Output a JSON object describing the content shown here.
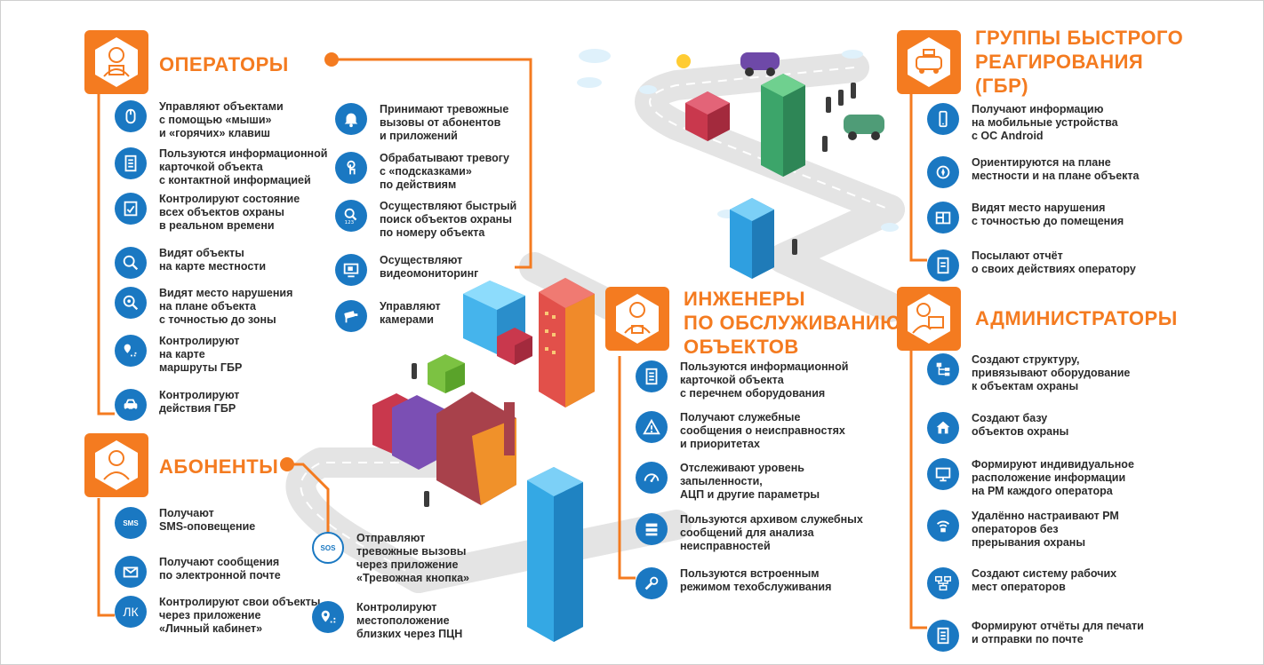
{
  "colors": {
    "accent": "#f47b20",
    "icon_blue": "#1a78c2",
    "road": "#e6e6e6",
    "text": "#2b2b2b"
  },
  "operators": {
    "title": "ОПЕРАТОРЫ",
    "items": [
      {
        "icon": "mouse-icon",
        "text": "Управляют  объектами\nс помощью «мыши»\nи «горячих» клавиш"
      },
      {
        "icon": "card-icon",
        "text": "Пользуются информационной\nкарточкой объекта\nс контактной информацией"
      },
      {
        "icon": "checklist-icon",
        "text": "Контролируют состояние\nвсех объектов охраны\nв реальном времени"
      },
      {
        "icon": "map-search-icon",
        "text": "Видят объекты\nна карте местности"
      },
      {
        "icon": "zone-search-icon",
        "text": "Видят место нарушения\nна плане объекта\nс точностью до зоны"
      },
      {
        "icon": "route-icon",
        "text": "Контролируют\nна карте\nмаршруты ГБР"
      },
      {
        "icon": "car-icon",
        "text": "Контролируют\nдействия ГБР"
      }
    ],
    "items2": [
      {
        "icon": "bell-icon",
        "text": "Принимают тревожные\nвызовы от абонентов\nи приложений"
      },
      {
        "icon": "touch-icon",
        "text": "Обрабатывают тревогу\nс «подсказками»\nпо действиям"
      },
      {
        "icon": "search-123-icon",
        "text": "Осуществляют быстрый\nпоиск объектов охраны\nпо номеру объекта"
      },
      {
        "icon": "video-monitor-icon",
        "text": "Осуществляют\nвидеомониторинг"
      },
      {
        "icon": "camera-icon",
        "text": "Управляют\nкамерами"
      }
    ]
  },
  "subscribers": {
    "title": "АБОНЕНТЫ",
    "items": [
      {
        "icon": "sms-icon",
        "text": "Получают\nSMS-оповещение",
        "glyph": "SMS"
      },
      {
        "icon": "email-icon",
        "text": "Получают сообщения\nпо электронной почте"
      },
      {
        "icon": "lk-icon",
        "text": "Контролируют свои объекты\nчерез приложение\n«Личный кабинет»",
        "glyph": "ЛК"
      }
    ],
    "items2": [
      {
        "icon": "sos-icon",
        "text": "Отправляют\nтревожные вызовы\nчерез приложение\n«Тревожная кнопка»",
        "glyph": "SOS"
      },
      {
        "icon": "location-icon",
        "text": "Контролируют\nместоположение\nблизких через ПЦН"
      }
    ]
  },
  "engineers": {
    "title_lines": [
      "ИНЖЕНЕРЫ",
      "ПО ОБСЛУЖИВАНИЮ",
      "ОБЪЕКТОВ"
    ],
    "items": [
      {
        "icon": "document-icon",
        "text": "Пользуются информационной\nкарточкой объекта\nс перечнем оборудования"
      },
      {
        "icon": "warning-icon",
        "text": "Получают служебные\nсообщения о неисправностях\nи приоритетах"
      },
      {
        "icon": "gauge-icon",
        "text": "Отслеживают уровень\nзапыленности,\nАЦП и другие параметры"
      },
      {
        "icon": "archive-icon",
        "text": "Пользуются архивом служебных\nсообщений  для анализа\nнеисправностей"
      },
      {
        "icon": "wrench-gear-icon",
        "text": "Пользуются встроенным\nрежимом техобслуживания"
      }
    ]
  },
  "rapid_response": {
    "title_lines": [
      "ГРУППЫ БЫСТРОГО",
      "РЕАГИРОВАНИЯ",
      "(ГБР)"
    ],
    "items": [
      {
        "icon": "mobile-icon",
        "text": "Получают информацию\nна мобильные устройства\nс ОС Android"
      },
      {
        "icon": "compass-icon",
        "text": "Ориентируются на плане\nместности и на плане  объекта"
      },
      {
        "icon": "floor-plan-icon",
        "text": "Видят место нарушения\nс точностью до помещения"
      },
      {
        "icon": "report-icon",
        "text": "Посылают отчёт\nо своих действиях оператору"
      }
    ]
  },
  "administrators": {
    "title": "АДМИНИСТРАТОРЫ",
    "items": [
      {
        "icon": "structure-icon",
        "text": "Создают структуру,\nпривязывают оборудование\nк объектам охраны"
      },
      {
        "icon": "database-house-icon",
        "text": "Создают базу\nобъектов охраны"
      },
      {
        "icon": "workstation-icon",
        "text": "Формируют индивидуальное\nрасположение информации\nна РМ каждого оператора"
      },
      {
        "icon": "remote-config-icon",
        "text": "Удалённо настраивают РМ\nоператоров без\nпрерывания охраны"
      },
      {
        "icon": "network-icon",
        "text": "Создают систему рабочих\nмест операторов"
      },
      {
        "icon": "print-report-icon",
        "text": "Формируют отчёты для печати\nи отправки по почте"
      }
    ]
  }
}
